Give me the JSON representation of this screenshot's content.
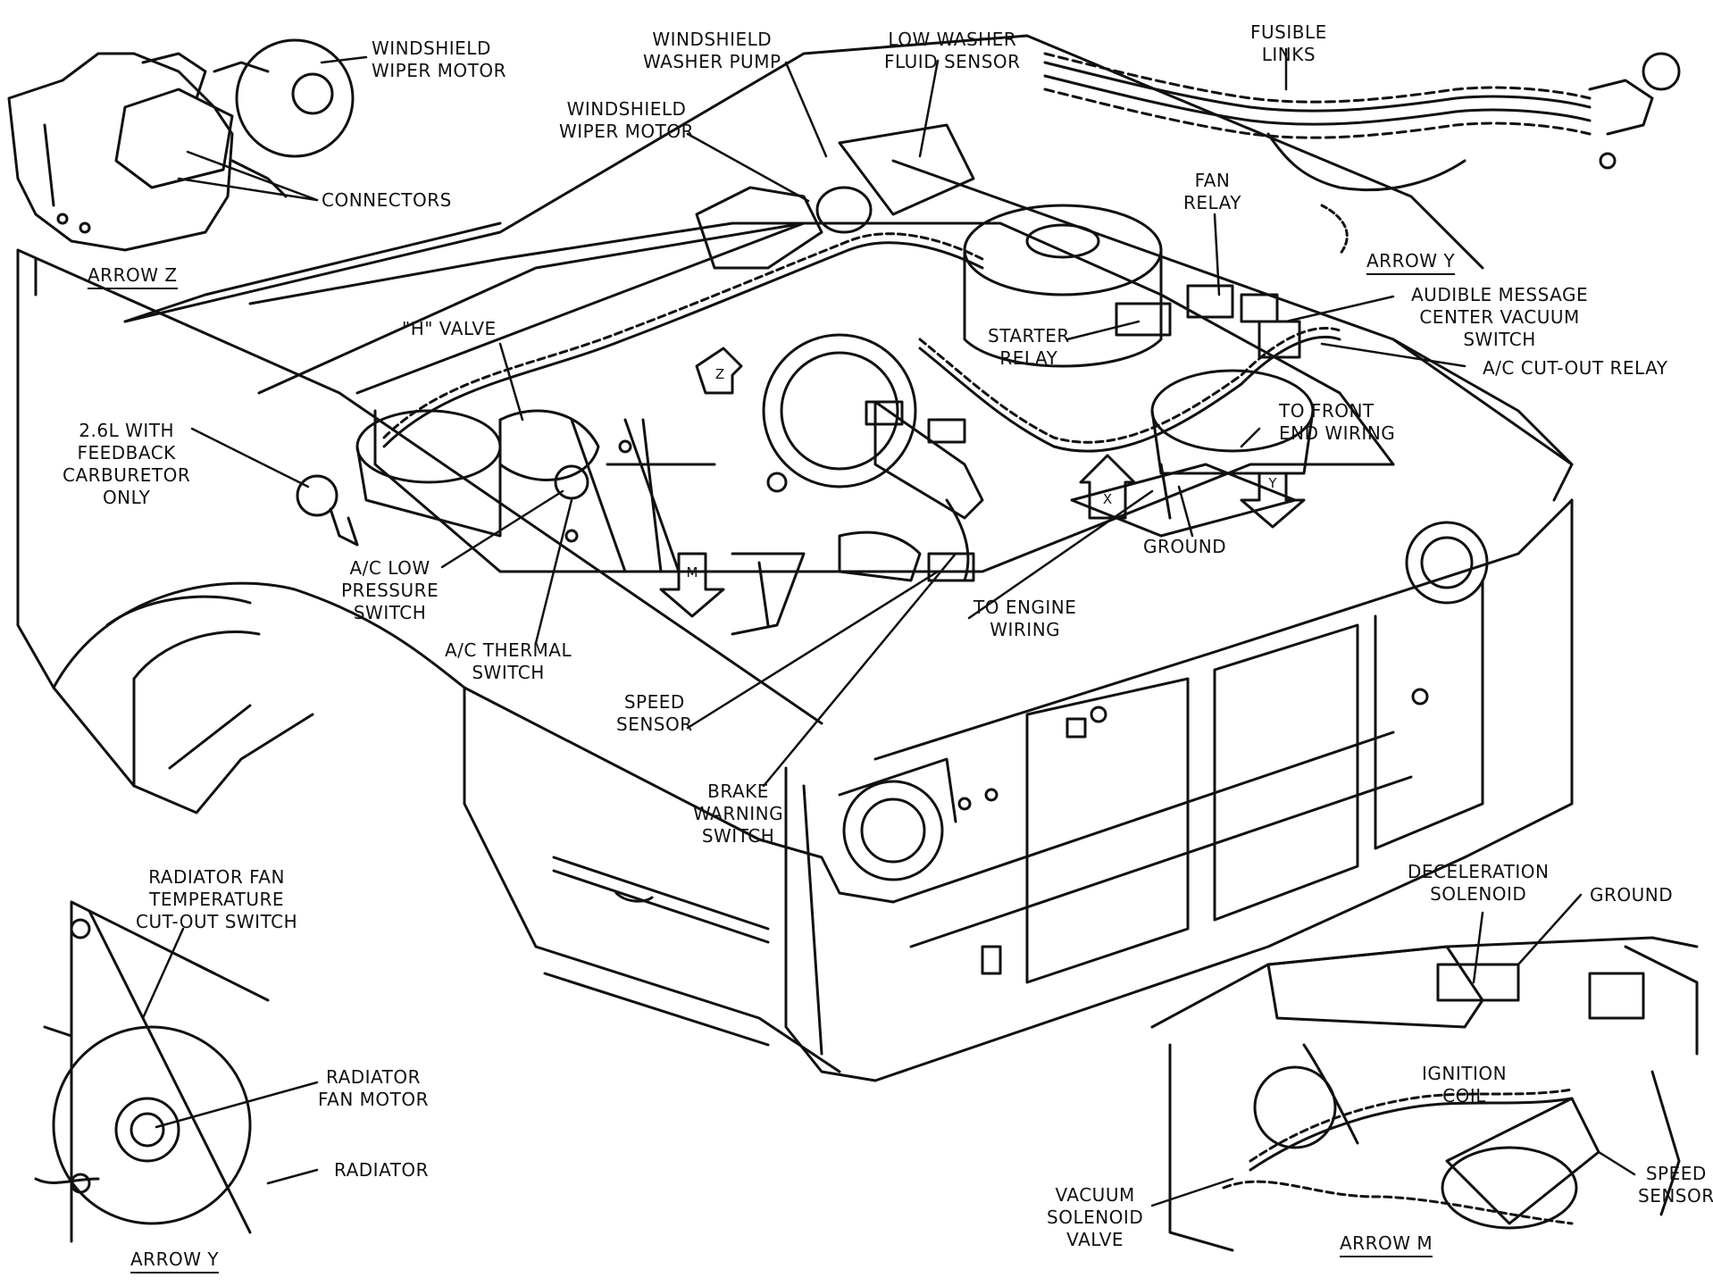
{
  "labels": {
    "wiper_motor_z": "WINDSHIELD\nWIPER MOTOR",
    "connectors": "CONNECTORS",
    "arrow_z": "ARROW Z",
    "washer_pump": "WINDSHIELD\nWASHER PUMP",
    "washer_sensor": "LOW WASHER\nFLUID SENSOR",
    "fusible_links": "FUSIBLE\nLINKS",
    "arrow_y_top": "ARROW Y",
    "wiper_motor_main": "WINDSHIELD\nWIPER MOTOR",
    "fan_relay": "FAN\nRELAY",
    "audible_message": "AUDIBLE MESSAGE\nCENTER VACUUM\nSWITCH",
    "ac_cutout": "A/C CUT-OUT RELAY",
    "h_valve": "\"H\" VALVE",
    "starter_relay": "STARTER\nRELAY",
    "carburetor": "2.6L WITH\nFEEDBACK\nCARBURETOR\nONLY",
    "front_end_wiring": "TO FRONT\nEND WIRING",
    "ground_main": "GROUND",
    "ac_low_pressure": "A/C LOW\nPRESSURE\nSWITCH",
    "ac_thermal": "A/C THERMAL\nSWITCH",
    "engine_wiring": "TO ENGINE\nWIRING",
    "speed_sensor_main": "SPEED\nSENSOR",
    "brake_warning": "BRAKE\nWARNING\nSWITCH",
    "rad_temp_switch": "RADIATOR FAN\nTEMPERATURE\nCUT-OUT SWITCH",
    "rad_fan_motor": "RADIATOR\nFAN MOTOR",
    "radiator": "RADIATOR",
    "arrow_y_bottom": "ARROW Y",
    "decel_solenoid": "DECELERATION\nSOLENOID",
    "ground_m": "GROUND",
    "ignition_coil": "IGNITION\nCOIL",
    "speed_sensor_m": "SPEED\nSENSOR",
    "vacuum_solenoid": "VACUUM\nSOLENOID\nVALVE",
    "arrow_m": "ARROW M"
  },
  "markers": {
    "z": "Z",
    "x": "X",
    "y": "Y",
    "m": "M"
  }
}
